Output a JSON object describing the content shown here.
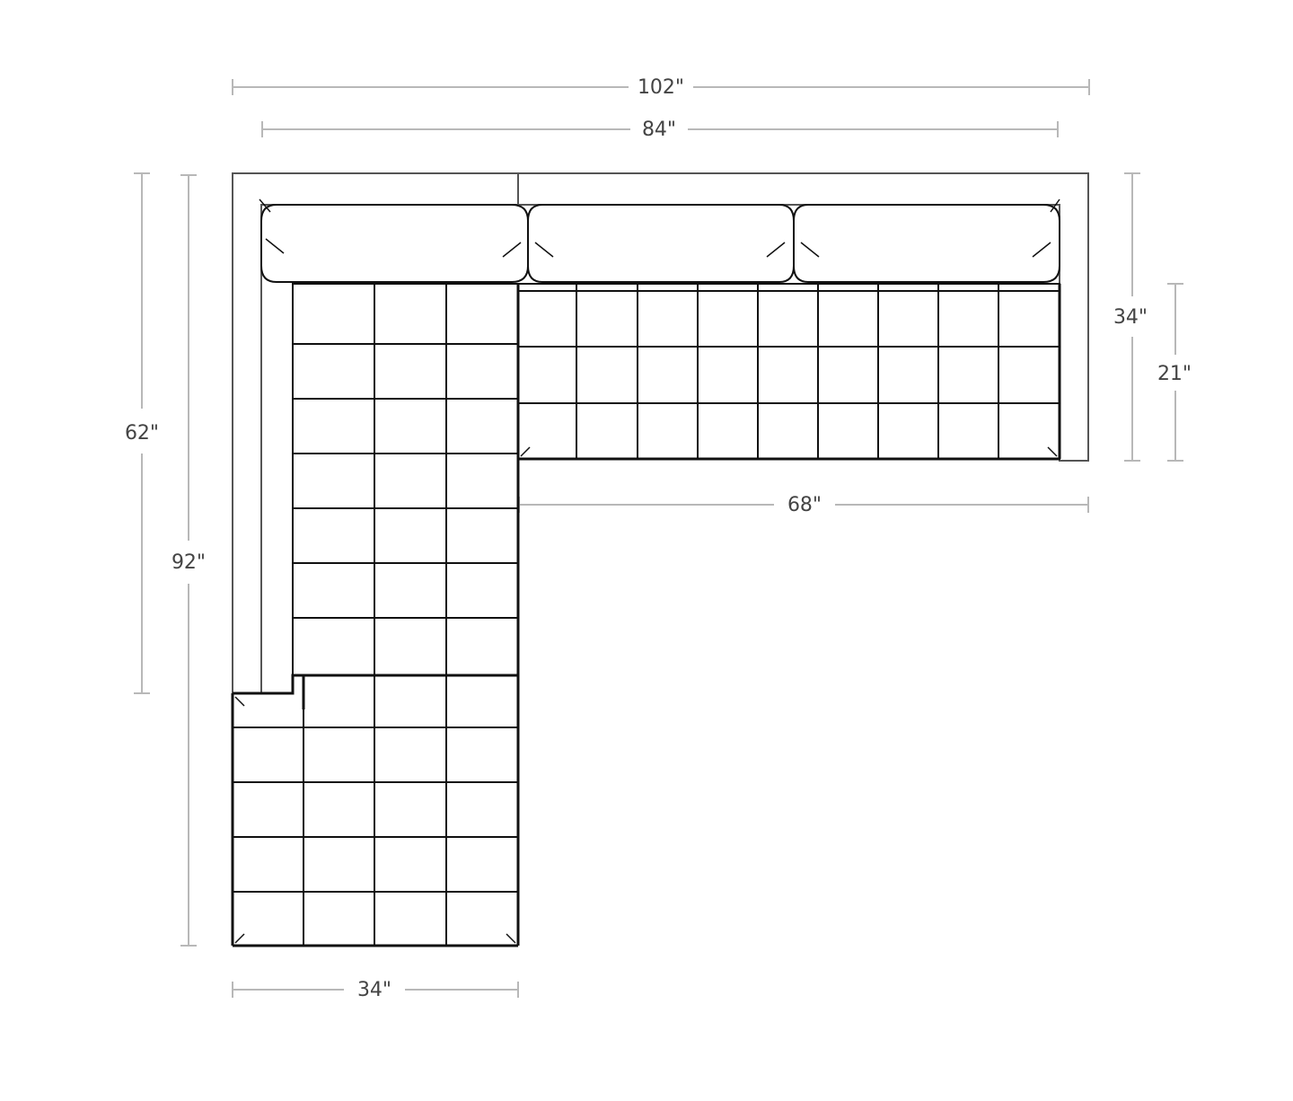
{
  "dimensions": {
    "overall_width": "102\"",
    "seat_width": "84\"",
    "arm_chaise_length": "62\"",
    "overall_depth": "92\"",
    "back_depth": "34\"",
    "seat_depth": "21\"",
    "sofa_seat_width": "68\"",
    "chaise_width": "34\""
  },
  "colors": {
    "dimension_lines": "#b8b8b8",
    "dimension_text": "#444444",
    "outline": "#111111"
  }
}
